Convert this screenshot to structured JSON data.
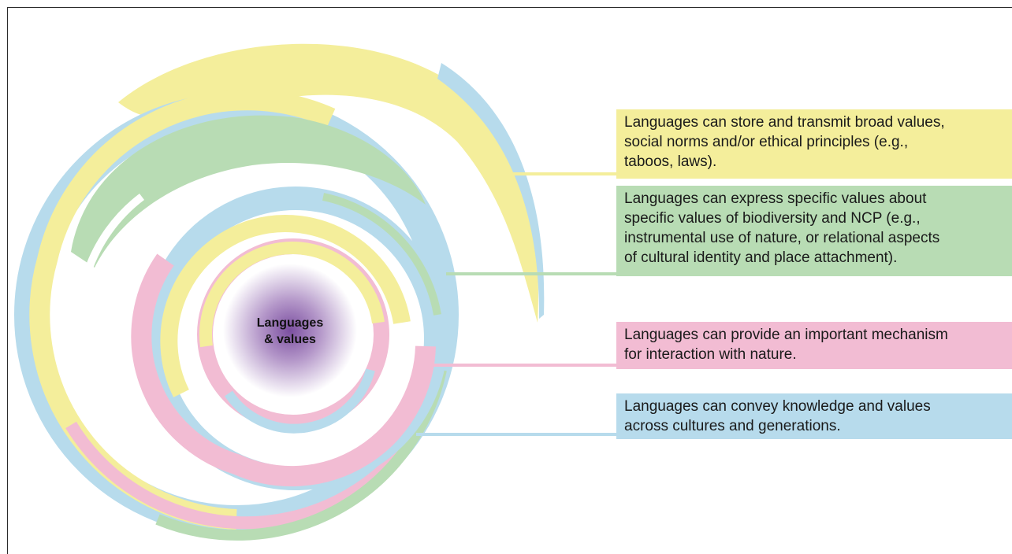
{
  "center": {
    "line1": "Languages",
    "line2": "& values",
    "color": "#7b4fa0"
  },
  "colors": {
    "yellow": "#f4ee9b",
    "green": "#b8dcb4",
    "pink": "#f2bcd3",
    "blue": "#b7dbec"
  },
  "callouts": [
    {
      "lines": [
        "Languages can store and transmit broad values,",
        "social norms and/or ethical principles (e.g.,",
        "taboos, laws)."
      ],
      "color": "#f4ee9b"
    },
    {
      "lines": [
        "Languages can express specific values about",
        "specific values of biodiversity and NCP (e.g.,",
        "instrumental use of nature, or relational aspects",
        "of cultural identity and place attachment)."
      ],
      "color": "#b8dcb4"
    },
    {
      "lines": [
        "Languages can provide an important mechanism",
        "for interaction with nature."
      ],
      "color": "#f2bcd3"
    },
    {
      "lines": [
        "Languages can convey knowledge and values",
        "across cultures and generations."
      ],
      "color": "#b7dbec"
    }
  ]
}
